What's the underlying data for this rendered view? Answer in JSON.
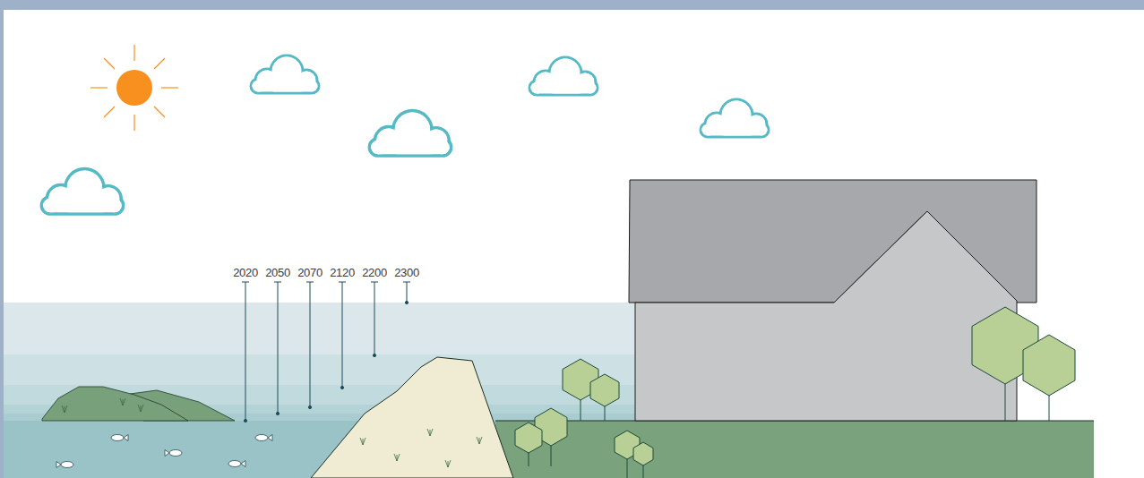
{
  "diagram": {
    "labels": [
      "2020",
      "2050",
      "2070",
      "2120",
      "2200",
      "2300"
    ]
  }
}
